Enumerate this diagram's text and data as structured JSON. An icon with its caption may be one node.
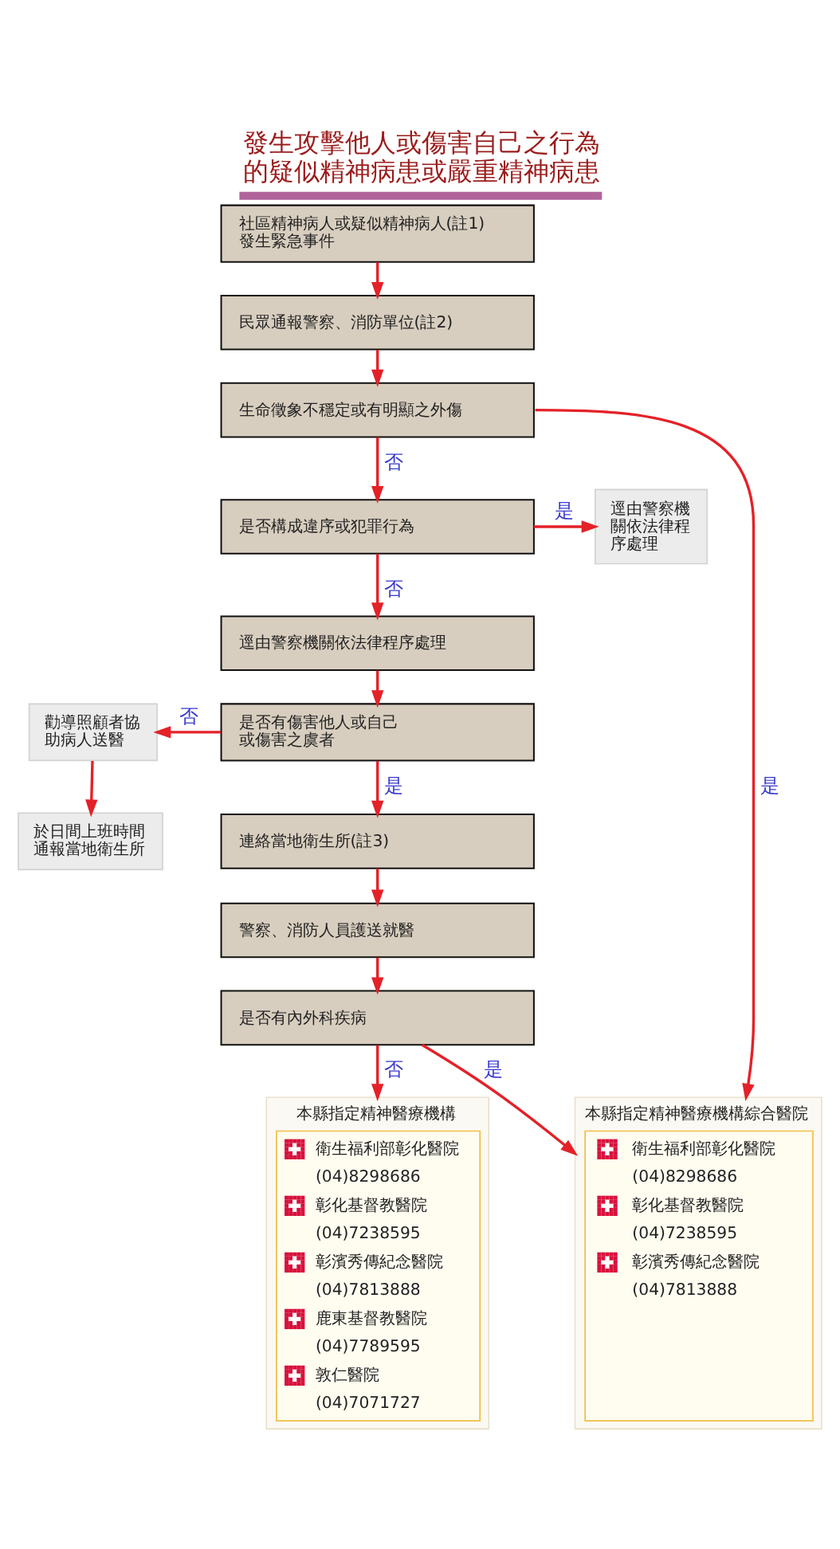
{
  "diagram": {
    "title": "發生攻擊他人或傷害自己之行為的疑似精神病患或嚴重精神病患",
    "nodes": [
      {
        "text": [
          "社區精神病人或疑似精神病人(註1)發生緊急事件"
        ]
      },
      {
        "text": [
          "民眾通報警察、消防單位(註2)"
        ]
      },
      {
        "text": [
          "生命徵象不穩定或有明顯之外傷"
        ]
      },
      {
        "text": [
          "是否構成違序或犯罪行為"
        ]
      },
      {
        "text": [
          "逕由警察機關依法律程序處理"
        ]
      },
      {
        "text": [
          "逕由警察機關依法律程序處理"
        ]
      },
      {
        "text": [
          "是否有傷害他人或自己或傷害之虞者"
        ]
      },
      {
        "text": [
          "勸導照顧者協助病人送醫"
        ]
      },
      {
        "text": [
          "於日間上班時間通報當地衛生所"
        ]
      },
      {
        "text": [
          "連絡當地衛生所(註3)"
        ]
      },
      {
        "text": [
          "警察、消防人員護送就醫"
        ]
      },
      {
        "text": [
          "是否有內外科疾病"
        ]
      },
      {
        "text": [
          "本縣指定精神醫療機構",
          "衛生福利部彰化醫院",
          "(04)8298686",
          "彰化基督教醫院",
          "(04)7238595",
          "彰濱秀傳紀念醫院",
          "(04)7813888",
          "鹿東基督教醫院",
          "(04)7789595",
          "敦仁醫院",
          "(04)7071727"
        ]
      },
      {
        "text": [
          "本縣指定精神醫療機構綜合醫院",
          "衛生福利部彰化醫院",
          "(04)8298686",
          "彰化基督教醫院",
          "(04)7238595",
          "彰濱秀傳紀念醫院",
          "(04)7813888"
        ]
      }
    ],
    "edges": [
      {
        "from": 0,
        "to": 1,
        "arrow": "to"
      },
      {
        "from": 1,
        "to": 2,
        "arrow": "to"
      },
      {
        "from": 2,
        "to": 3,
        "label": "否",
        "arrow": "to"
      },
      {
        "from": 2,
        "to": 13,
        "label": "是",
        "arrow": "to"
      },
      {
        "from": 3,
        "to": 4,
        "label": "是",
        "arrow": "to"
      },
      {
        "from": 3,
        "to": 5,
        "label": "否",
        "arrow": "to"
      },
      {
        "from": 5,
        "to": 6,
        "arrow": "to"
      },
      {
        "from": 6,
        "to": 7,
        "label": "否",
        "arrow": "to"
      },
      {
        "from": 6,
        "to": 9,
        "label": "是",
        "arrow": "to"
      },
      {
        "from": 7,
        "to": 8,
        "arrow": "to"
      },
      {
        "from": 9,
        "to": 10,
        "arrow": "to"
      },
      {
        "from": 10,
        "to": 11,
        "arrow": "to"
      },
      {
        "from": 11,
        "to": 12,
        "label": "否",
        "arrow": "to"
      },
      {
        "from": 11,
        "to": 13,
        "label": "是",
        "arrow": "to"
      }
    ]
  }
}
